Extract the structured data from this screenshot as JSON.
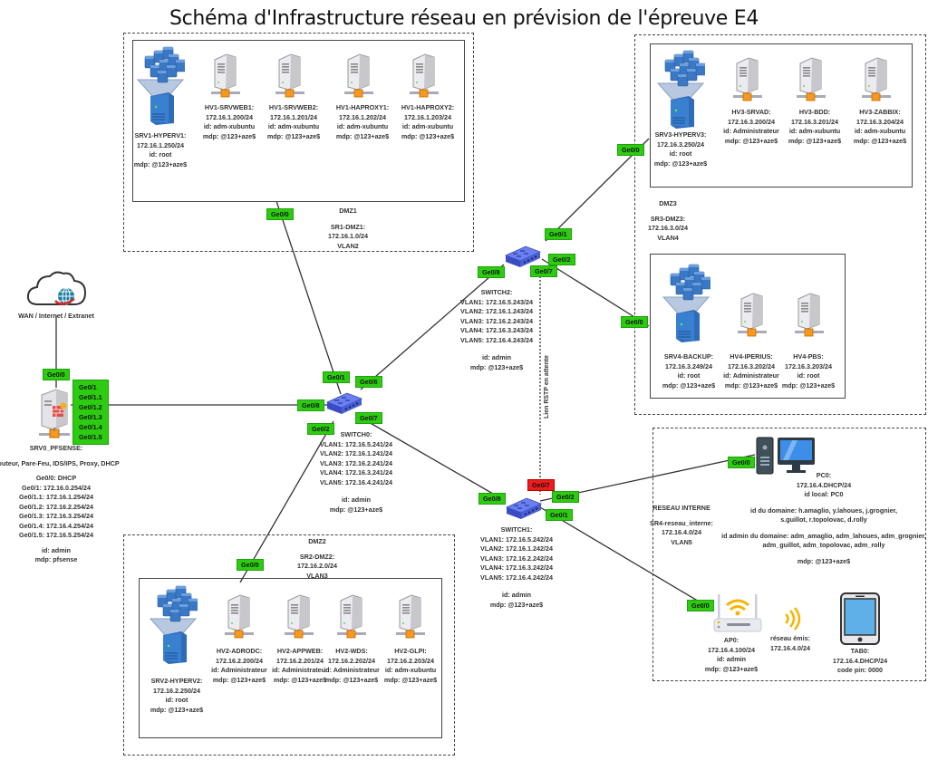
{
  "title": "Schéma d'Infrastructure réseau en prévision de l'épreuve E4",
  "colors": {
    "port_active": "#2ecc11",
    "port_blocked": "#ee1c1c",
    "switch": "#4a5fd4",
    "hypervisor": "#3a78c4"
  },
  "wan": {
    "label": "WAN / Internet / Extranet",
    "icon": "cloud-globe-icon"
  },
  "firewall": {
    "name": "SRV0_PFSENSE:",
    "role": "Routeur, Pare-Feu, IDS/IPS, Proxy, DHCP",
    "interfaces": [
      "Ge0/0: DHCP",
      "Ge0/1: 172.16.0.254/24",
      "Ge0/1.1: 172.16.1.254/24",
      "Ge0/1.2: 172.16.2.254/24",
      "Ge0/1.3: 172.16.3.254/24",
      "Ge0/1.4: 172.16.4.254/24",
      "Ge0/1.5: 172.16.5.254/24"
    ],
    "id": "id: admin",
    "mdp": "mdp: pfsense",
    "port_wan": "Ge0/0",
    "ports_lan": [
      "Ge0/1",
      "Ge0/1.1",
      "Ge0/1.2",
      "Ge0/1.3",
      "Ge0/1.4",
      "Ge0/1.5"
    ]
  },
  "dmz1": {
    "zone": "DMZ1",
    "subnet_name": "SR1-DMZ1:",
    "subnet": "172.16.1.0/24",
    "vlan": "VLAN2",
    "uplink_port": "Ge0/0",
    "hosts": [
      {
        "name": "SRV1-HYPERV1:",
        "ip": "172.16.1.250/24",
        "id": "id: root",
        "mdp": "mdp: @123+aze$"
      },
      {
        "name": "HV1-SRVWEB1:",
        "ip": "172.16.1.200/24",
        "id": "id: adm-xubuntu",
        "mdp": "mdp: @123+aze$"
      },
      {
        "name": "HV1-SRVWEB2:",
        "ip": "172.16.1.201/24",
        "id": "id: adm-xubuntu",
        "mdp": "mdp: @123+aze$"
      },
      {
        "name": "HV1-HAPROXY1:",
        "ip": "172.16.1.202/24",
        "id": "id: adm-xubuntu",
        "mdp": "mdp: @123+aze$"
      },
      {
        "name": "HV1-HAPROXY2:",
        "ip": "172.16.1.203/24",
        "id": "id: adm-xubuntu",
        "mdp": "mdp: @123+aze$"
      }
    ]
  },
  "dmz2": {
    "zone": "DMZ2",
    "subnet_name": "SR2-DMZ2:",
    "subnet": "172.16.2.0/24",
    "vlan": "VLAN3",
    "uplink_port": "Ge0/0",
    "hosts": [
      {
        "name": "SRV2-HYPERV2:",
        "ip": "172.16.2.250/24",
        "id": "id: root",
        "mdp": "mdp: @123+aze$"
      },
      {
        "name": "HV2-ADRODC:",
        "ip": "172.16.2.200/24",
        "id": "id: Administrateur",
        "mdp": "mdp: @123+aze$"
      },
      {
        "name": "HV2-APPWEB:",
        "ip": "172.16.2.201/24",
        "id": "id: Administrateur",
        "mdp": "mdp: @123+aze$"
      },
      {
        "name": "HV2-WDS:",
        "ip": "172.16.2.202/24",
        "id": "id: Administrateur",
        "mdp": "mdp: @123+aze$"
      },
      {
        "name": "HV2-GLPI:",
        "ip": "172.16.2.203/24",
        "id": "id: adm-xubuntu",
        "mdp": "mdp: @123+aze$"
      }
    ]
  },
  "dmz3": {
    "zone": "DMZ3",
    "subnet_name": "SR3-DMZ3:",
    "subnet": "172.16.3.0/24",
    "vlan": "VLAN4",
    "uplink_port_a": "Ge0/0",
    "uplink_port_b": "Ge0/0",
    "hosts_a": [
      {
        "name": "SRV3-HYPERV3:",
        "ip": "172.16.3.250/24",
        "id": "id: root",
        "mdp": "mdp: @123+aze$"
      },
      {
        "name": "HV3-SRVAD:",
        "ip": "172.16.3.200/24",
        "id": "id: Administrateur",
        "mdp": "mdp: @123+aze$"
      },
      {
        "name": "HV3-BDD:",
        "ip": "172.16.3.201/24",
        "id": "id: adm-xubuntu",
        "mdp": "mdp: @123+aze$"
      },
      {
        "name": "HV3-ZABBIX:",
        "ip": "172.16.3.204/24",
        "id": "id: adm-xubuntu",
        "mdp": "mdp: @123+aze$"
      }
    ],
    "hosts_b": [
      {
        "name": "SRV4-BACKUP:",
        "ip": "172.16.3.249/24",
        "id": "id: root",
        "mdp": "mdp: @123+aze$"
      },
      {
        "name": "HV4-IPERIUS:",
        "ip": "172.16.3.202/24",
        "id": "id: Administrateur",
        "mdp": "mdp: @123+aze$"
      },
      {
        "name": "HV4-PBS:",
        "ip": "172.16.3.203/24",
        "id": "id: root",
        "mdp": "mdp: @123+aze$"
      }
    ]
  },
  "internal": {
    "zone": "RESEAU INTERNE",
    "subnet_name": "SR4-reseau_interne:",
    "subnet": "172.16.4.0/24",
    "vlan": "VLAN5",
    "pc": {
      "name": "PC0:",
      "ip": "172.16.4.DHCP/24",
      "id_local": "id local: PC0",
      "port": "Ge0/0",
      "domain_ids": [
        "id du domaine: h.amaglio, y.lahoues, j.grognier,",
        "s.guillot, r.topolovac, d.rolly"
      ],
      "admin_ids": [
        "id admin du domaine: adm_amaglio, adm_lahoues, adm_grognier,",
        "adm_guillot, adm_topolovac, adm_rolly"
      ],
      "mdp": "mdp: @123+aze$"
    },
    "ap": {
      "name": "AP0:",
      "ip": "172.16.4.100/24",
      "id": "id: admin",
      "mdp": "mdp: @123+aze$",
      "port": "Ge0/0"
    },
    "wifi": {
      "label": "réseau émis:",
      "subnet": "172.16.4.0/24"
    },
    "tablet": {
      "name": "TAB0:",
      "ip": "172.16.4.DHCP/24",
      "pin": "code pin: 0000"
    }
  },
  "switch0": {
    "name": "SWITCH0:",
    "vlans": [
      "VLAN1: 172.16.5.241/24",
      "VLAN2: 172.16.1.241/24",
      "VLAN3: 172.16.2.241/24",
      "VLAN4: 172.16.3.241/24",
      "VLAN5: 172.16.4.241/24"
    ],
    "id": "id: admin",
    "mdp": "mdp: @123+aze$",
    "ports": {
      "p1": "Ge0/1",
      "p6": "Ge0/6",
      "p8": "Ge0/8",
      "p2": "Ge0/2",
      "p7": "Ge0/7"
    }
  },
  "switch1": {
    "name": "SWITCH1:",
    "vlans": [
      "VLAN1: 172.16.5.242/24",
      "VLAN2: 172.16.1.242/24",
      "VLAN3: 172.16.2.242/24",
      "VLAN4: 172.16.3.242/24",
      "VLAN5: 172.16.4.242/24"
    ],
    "id": "id: admin",
    "mdp": "mdp: @123+aze$",
    "ports": {
      "p8": "Ge0/8",
      "p7": "Ge0/7",
      "p2": "Ge0/2",
      "p1": "Ge0/1"
    }
  },
  "switch2": {
    "name": "SWITCH2:",
    "vlans": [
      "VLAN1: 172.16.5.243/24",
      "VLAN2: 172.16.1.243/24",
      "VLAN3: 172.16.2.243/24",
      "VLAN4: 172.16.3.243/24",
      "VLAN5: 172.16.4.243/24"
    ],
    "id": "id: admin",
    "mdp": "mdp: @123+aze$",
    "ports": {
      "p8": "Ge0/8",
      "p1": "Ge0/1",
      "p2": "Ge0/2",
      "p7": "Ge0/7"
    }
  },
  "rstp_link": "Lien RSTP en attente"
}
